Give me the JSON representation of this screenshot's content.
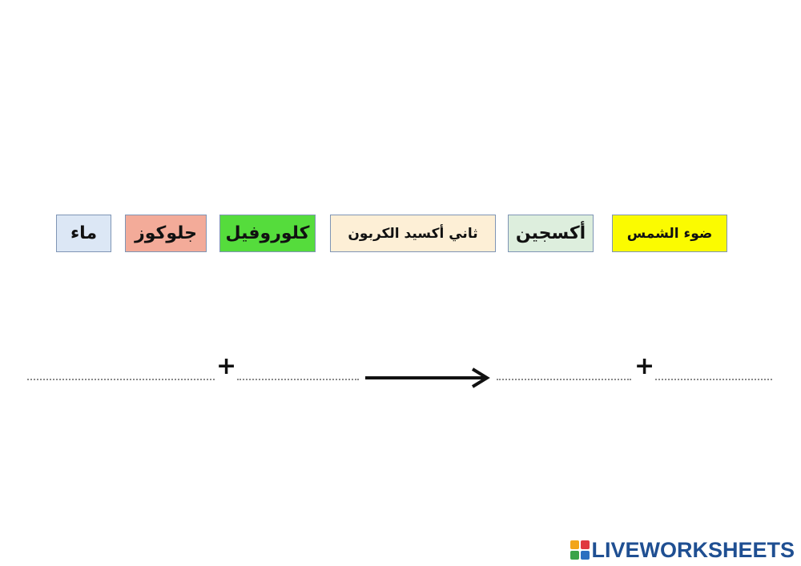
{
  "cards": [
    {
      "text": "ماء",
      "bg": "#dce7f5"
    },
    {
      "text": "جلوكوز",
      "bg": "#f3ab99"
    },
    {
      "text": "كلوروفيل",
      "bg": "#55dc3c"
    },
    {
      "text": "ثاني أكسيد الكربون",
      "bg": "#fdefd6"
    },
    {
      "text": "أكسجين",
      "bg": "#ddeedd"
    },
    {
      "text": "ضوء الشمس",
      "bg": "#fbfb00"
    }
  ],
  "equation": {
    "plus_left": "+",
    "plus_right": "+"
  },
  "brand": {
    "text": "LIVEWORKSHEETS",
    "logo_colors": [
      "#f2a51a",
      "#e0383f",
      "#3aa34a",
      "#2b6fc0"
    ]
  }
}
